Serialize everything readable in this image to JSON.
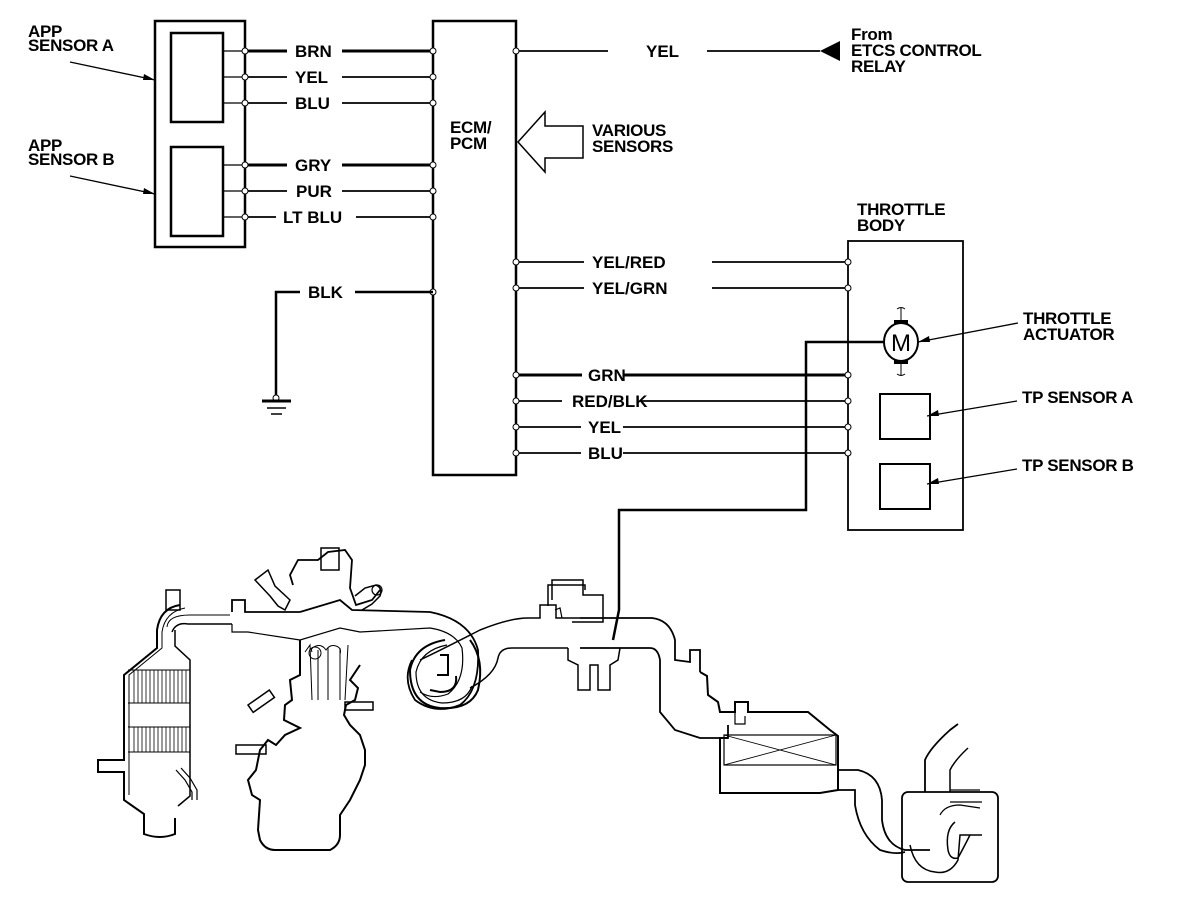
{
  "diagram": {
    "type": "wiring-schematic",
    "components": {
      "app_sensor_a": {
        "label_line1": "APP",
        "label_line2": "SENSOR A"
      },
      "app_sensor_b": {
        "label_line1": "APP",
        "label_line2": "SENSOR B"
      },
      "ecm": {
        "label_line1": "ECM/",
        "label_line2": "PCM"
      },
      "various_sensors": {
        "label_line1": "VARIOUS",
        "label_line2": "SENSORS"
      },
      "etcs_relay": {
        "label_line1": "From",
        "label_line2": "ETCS CONTROL",
        "label_line3": "RELAY"
      },
      "throttle_body": {
        "label_line1": "THROTTLE",
        "label_line2": "BODY"
      },
      "throttle_actuator": {
        "label_line1": "THROTTLE",
        "label_line2": "ACTUATOR",
        "motor_symbol": "M"
      },
      "tp_sensor_a": {
        "label": "TP SENSOR A"
      },
      "tp_sensor_b": {
        "label": "TP SENSOR B"
      }
    },
    "app_wires": [
      {
        "color": "BRN",
        "from": "APP SENSOR A",
        "to": "ECM/PCM",
        "heavy": true
      },
      {
        "color": "YEL",
        "from": "APP SENSOR A",
        "to": "ECM/PCM",
        "heavy": false
      },
      {
        "color": "BLU",
        "from": "APP SENSOR A",
        "to": "ECM/PCM",
        "heavy": false
      },
      {
        "color": "GRY",
        "from": "APP SENSOR B",
        "to": "ECM/PCM",
        "heavy": true
      },
      {
        "color": "PUR",
        "from": "APP SENSOR B",
        "to": "ECM/PCM",
        "heavy": false
      },
      {
        "color": "LT BLU",
        "from": "APP SENSOR B",
        "to": "ECM/PCM",
        "heavy": false
      }
    ],
    "ground_wire": {
      "color": "BLK",
      "from": "ECM/PCM",
      "to": "ground"
    },
    "relay_wire": {
      "color": "YEL",
      "from": "ETCS CONTROL RELAY",
      "to": "ECM/PCM"
    },
    "throttle_wires": [
      {
        "color": "YEL/RED",
        "to": "THROTTLE ACTUATOR",
        "heavy": false
      },
      {
        "color": "YEL/GRN",
        "to": "THROTTLE ACTUATOR",
        "heavy": false
      },
      {
        "color": "GRN",
        "to": "TP SENSORS",
        "heavy": true
      },
      {
        "color": "RED/BLK",
        "to": "TP SENSORS",
        "heavy": false
      },
      {
        "color": "YEL",
        "to": "TP SENSORS",
        "heavy": false
      },
      {
        "color": "BLU",
        "to": "TP SENSORS",
        "heavy": false
      }
    ],
    "illustration": {
      "items": [
        "catalytic converter",
        "engine",
        "intake plenum",
        "throttle body",
        "air intake duct",
        "air cleaner housing",
        "resonator"
      ]
    }
  }
}
